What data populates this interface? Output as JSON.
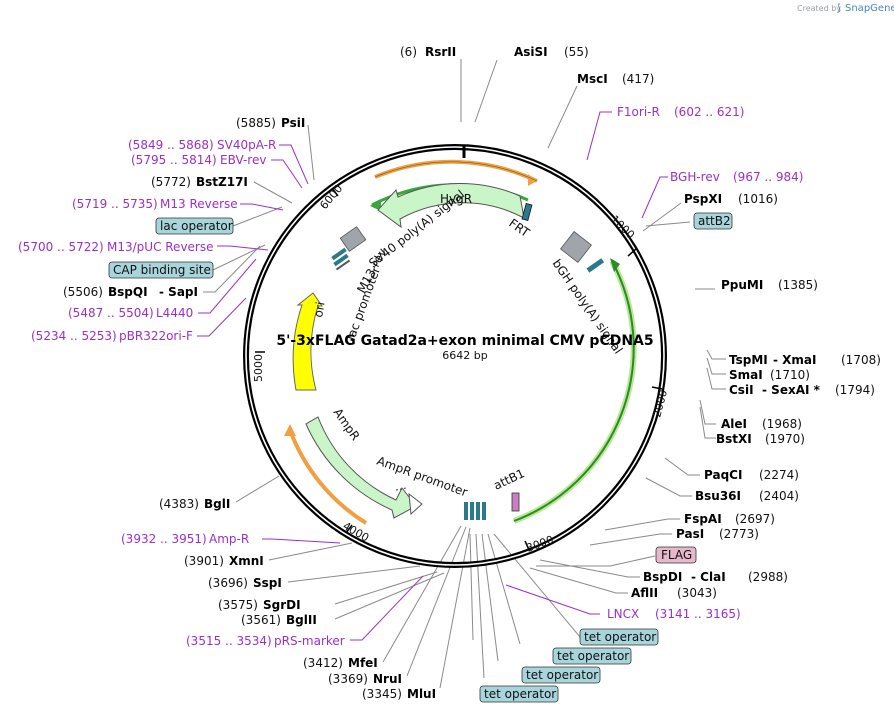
{
  "credit": {
    "created_by": "Created by",
    "brand": "SnapGene"
  },
  "plasmid": {
    "name": "5'-3xFLAG Gatad2a+exon minimal CMV pCDNA5",
    "size": "6642 bp"
  },
  "ticks": [
    "1000",
    "2000",
    "3000",
    "4000",
    "5000",
    "6000"
  ],
  "features": {
    "hygr": "HygR",
    "frt": "FRT",
    "sv40": "SV40 poly(A) signal",
    "bgh": "bGH poly(A) signal",
    "m13rev": "M13 rev",
    "lac_promoter": "lac promoter",
    "ori": "ori",
    "ampr": "AmpR",
    "ampr_promoter": "AmpR promoter",
    "attb1": "attB1"
  },
  "sites": [
    {
      "pos": "(6)",
      "name": "RsrII"
    },
    {
      "pos": "(55)",
      "name": "AsiSI"
    },
    {
      "pos": "(417)",
      "name": "MscI"
    },
    {
      "pos": "(1016)",
      "name": "PspXI"
    },
    {
      "pos": "(1385)",
      "name": "PpuMI"
    },
    {
      "pos": "(1708)",
      "name": "TspMI",
      "name2": "XmaI"
    },
    {
      "pos": "(1710)",
      "name": "SmaI"
    },
    {
      "pos": "(1794)",
      "name": "CsiI",
      "name2": "SexAI *"
    },
    {
      "pos": "(1968)",
      "name": "AleI"
    },
    {
      "pos": "(1970)",
      "name": "BstXI"
    },
    {
      "pos": "(2274)",
      "name": "PaqCI"
    },
    {
      "pos": "(2404)",
      "name": "Bsu36I"
    },
    {
      "pos": "(2697)",
      "name": "FspAI"
    },
    {
      "pos": "(2773)",
      "name": "PasI"
    },
    {
      "pos": "(2988)",
      "name": "BspDI",
      "name2": "ClaI"
    },
    {
      "pos": "(3043)",
      "name": "AflII"
    },
    {
      "pos": "(3345)",
      "name": "MluI"
    },
    {
      "pos": "(3369)",
      "name": "NruI"
    },
    {
      "pos": "(3412)",
      "name": "MfeI"
    },
    {
      "pos": "(3561)",
      "name": "BglII"
    },
    {
      "pos": "(3575)",
      "name": "SgrDI"
    },
    {
      "pos": "(3696)",
      "name": "SspI"
    },
    {
      "pos": "(3901)",
      "name": "XmnI"
    },
    {
      "pos": "(4383)",
      "name": "BglI"
    },
    {
      "pos": "(5506)",
      "name": "BspQI",
      "name2": "SapI"
    },
    {
      "pos": "(5772)",
      "name": "BstZ17I"
    },
    {
      "pos": "(5885)",
      "name": "PsiI"
    }
  ],
  "primers": [
    {
      "name": "F1ori-R",
      "range": "(602 .. 621)"
    },
    {
      "name": "BGH-rev",
      "range": "(967 .. 984)"
    },
    {
      "name": "LNCX",
      "range": "(3141 .. 3165)"
    },
    {
      "name": "pRS-marker",
      "range": "(3515 .. 3534)"
    },
    {
      "name": "Amp-R",
      "range": "(3932 .. 3951)"
    },
    {
      "name": "pBR322ori-F",
      "range": "(5234 .. 5253)"
    },
    {
      "name": "L4440",
      "range": "(5487 .. 5504)"
    },
    {
      "name": "M13/pUC Reverse",
      "range": "(5700 .. 5722)"
    },
    {
      "name": "M13 Reverse",
      "range": "(5719 .. 5735)"
    },
    {
      "name": "EBV-rev",
      "range": "(5795 .. 5814)"
    },
    {
      "name": "SV40pA-R",
      "range": "(5849 .. 5868)"
    }
  ],
  "boxes": {
    "attb2": "attB2",
    "flag": "FLAG",
    "lac_operator": "lac operator",
    "cap_site": "CAP binding site",
    "tet_operators": [
      "tet operator",
      "tet operator",
      "tet operator",
      "tet operator"
    ]
  },
  "colors": {
    "primer": "#9b30c8",
    "box_teal": "#a8d5dc",
    "box_flag": "#e6b8cc",
    "hygr_fill": "#c9f5c9",
    "ori_fill": "#ffff00",
    "orange": "#f0a040",
    "green": "#38a838"
  }
}
